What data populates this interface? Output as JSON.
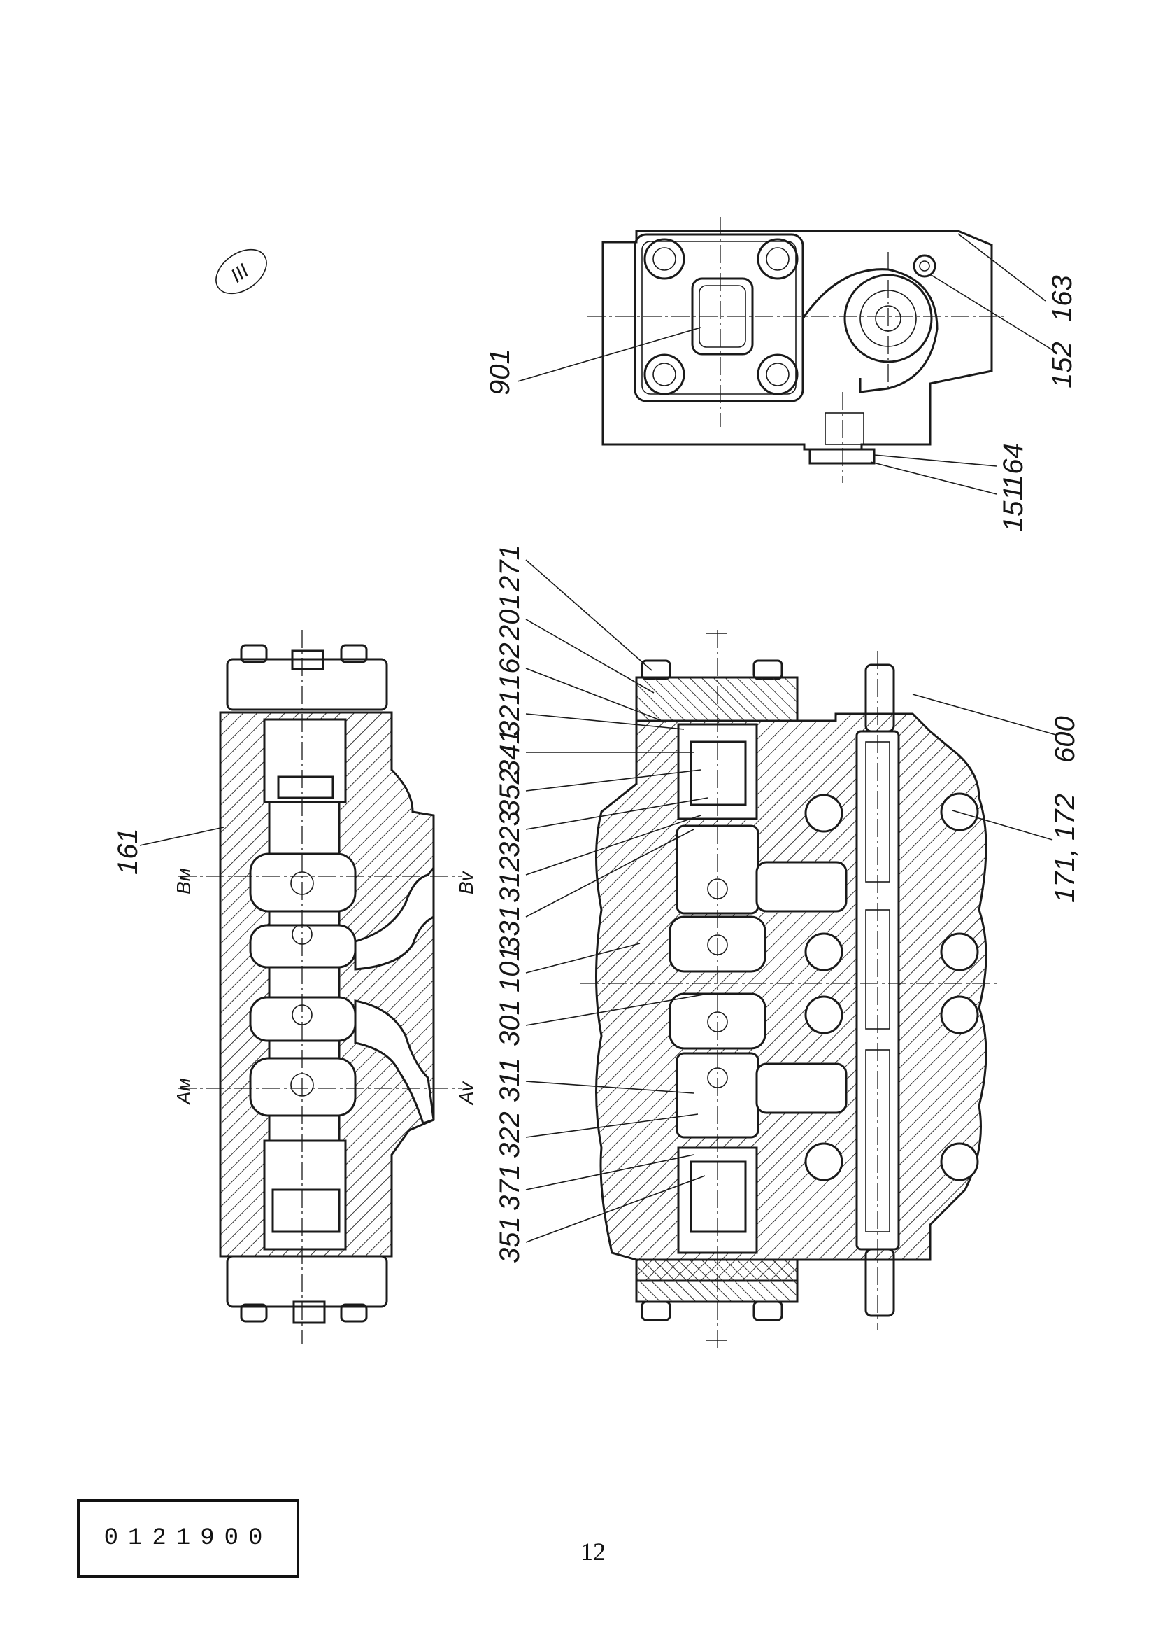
{
  "callouts": {
    "c901": "901",
    "c152": "152",
    "c163": "163",
    "c164": "164",
    "c151": "151",
    "c271": "271",
    "c201": "201",
    "c162": "162",
    "c321": "321",
    "c341": "341",
    "c352": "352",
    "c323": "323",
    "c312": "312",
    "c331": "331",
    "c101": "101",
    "c301": "301",
    "c311": "311",
    "c322": "322",
    "c371": "371",
    "c351": "351",
    "c600": "600",
    "c171": "171, 172",
    "c161": "161"
  },
  "ports": {
    "bm": "Bм",
    "bv": "Bv",
    "am": "Aм",
    "av": "Av"
  },
  "stamp_mark": "III",
  "doc_number": "0121900",
  "page_number": "12"
}
